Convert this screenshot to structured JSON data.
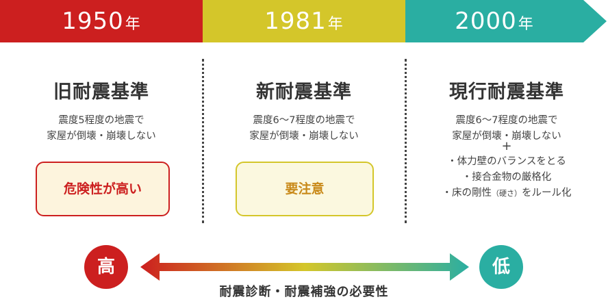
{
  "timeline": {
    "colors": [
      "#cc1f1f",
      "#d4c62a",
      "#2aaea2"
    ],
    "periods": [
      {
        "year": "1950",
        "unit": "年"
      },
      {
        "year": "1981",
        "unit": "年"
      },
      {
        "year": "2000",
        "unit": "年"
      }
    ]
  },
  "standards": [
    {
      "title": "旧耐震基準",
      "desc_lines": [
        "震度5程度の地震で",
        "家屋が倒壊・崩壊しない"
      ],
      "risk": "危険性が高い"
    },
    {
      "title": "新耐震基準",
      "desc_lines": [
        "震度6〜7程度の地震で",
        "家屋が倒壊・崩壊しない"
      ],
      "risk": "要注意"
    },
    {
      "title": "現行耐震基準",
      "desc_lines": [
        "震度6〜7程度の地震で",
        "家屋が倒壊・崩壊しない"
      ],
      "plus": "+",
      "extras": [
        "・体力壁のバランスをとる",
        "・接合金物の厳格化"
      ],
      "extra_last": {
        "before": "・床の剛性",
        "small": "（硬さ）",
        "after": "をルール化"
      }
    }
  ],
  "scale": {
    "high": "高",
    "low": "低",
    "caption": "耐震診断・耐震補強の必要性",
    "gradient": [
      "#cc1f1f",
      "#d4c62a",
      "#2aaea2"
    ]
  }
}
